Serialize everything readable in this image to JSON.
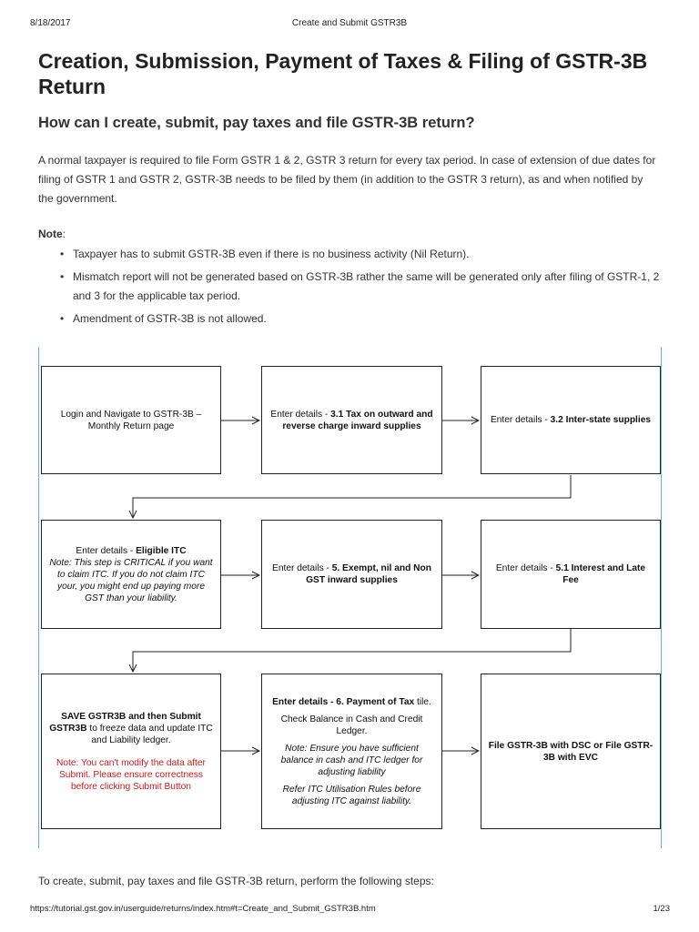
{
  "header": {
    "date": "8/18/2017",
    "doc_title": "Create and Submit GSTR3B"
  },
  "title": "Creation, Submission, Payment of Taxes & Filing of GSTR-3B Return",
  "subtitle": "How can I create, submit, pay taxes and file GSTR-3B return?",
  "intro": "A normal taxpayer is required to file Form GSTR 1 & 2, GSTR 3 return for every tax period. In case of extension of due dates for filing of GSTR 1 and GSTR 2, GSTR-3B needs to be filed by them (in addition to the GSTR 3 return), as and when notified by the government.",
  "note_label": "Note",
  "note_colon": ":",
  "bullets": [
    "Taxpayer has to submit GSTR-3B even if there is no business activity (Nil Return).",
    "Mismatch report will not be generated based on GSTR-3B rather the same will be generated only after filing of GSTR-1, 2 and 3 for the applicable tax period.",
    "Amendment of GSTR-3B is not allowed."
  ],
  "flow": {
    "b1": "Login and Navigate to GSTR-3B – Monthly Return page",
    "b2_pre": "Enter details - ",
    "b2_bold": "3.1 Tax on outward and reverse charge inward supplies",
    "b3_pre": "Enter details - ",
    "b3_bold": "3.2 Inter-state supplies",
    "b4_pre": "Enter details - ",
    "b4_bold": "Eligible ITC",
    "b4_note": "Note: This step is CRITICAL if you want to claim ITC. If you do not claim ITC your, you might end up paying more  GST than your liability.",
    "b5_pre": "Enter details - ",
    "b5_bold": "5. Exempt, nil and Non GST inward supplies",
    "b6_pre": "Enter details - ",
    "b6_bold": "5.1 Interest and Late Fee",
    "b7_bold": "SAVE GSTR3B and then Submit GSTR3B",
    "b7_text": " to freeze data and update ITC and Liability ledger.",
    "b7_note": "Note: You can't modify the data after Submit. Please ensure correctness before clicking Submit Button",
    "b8_bold": "Enter details - 6. Payment of Tax",
    "b8_tail": " tile.",
    "b8_line2": "Check Balance in Cash and Credit Ledger.",
    "b8_note": "Note:  Ensure you have sufficient balance in cash and ITC ledger for adjusting liability",
    "b8_note2": "Refer ITC Utilisation Rules before adjusting ITC against liability.",
    "b9": "File GSTR-3B  with DSC or File GSTR-3B  with EVC"
  },
  "closing": "To create, submit, pay taxes and file GSTR-3B return, perform the following steps:",
  "footer": {
    "url": "https://tutorial.gst.gov.in/userguide/returns/index.htm#t=Create_and_Submit_GSTR3B.htm",
    "page": "1/23"
  }
}
